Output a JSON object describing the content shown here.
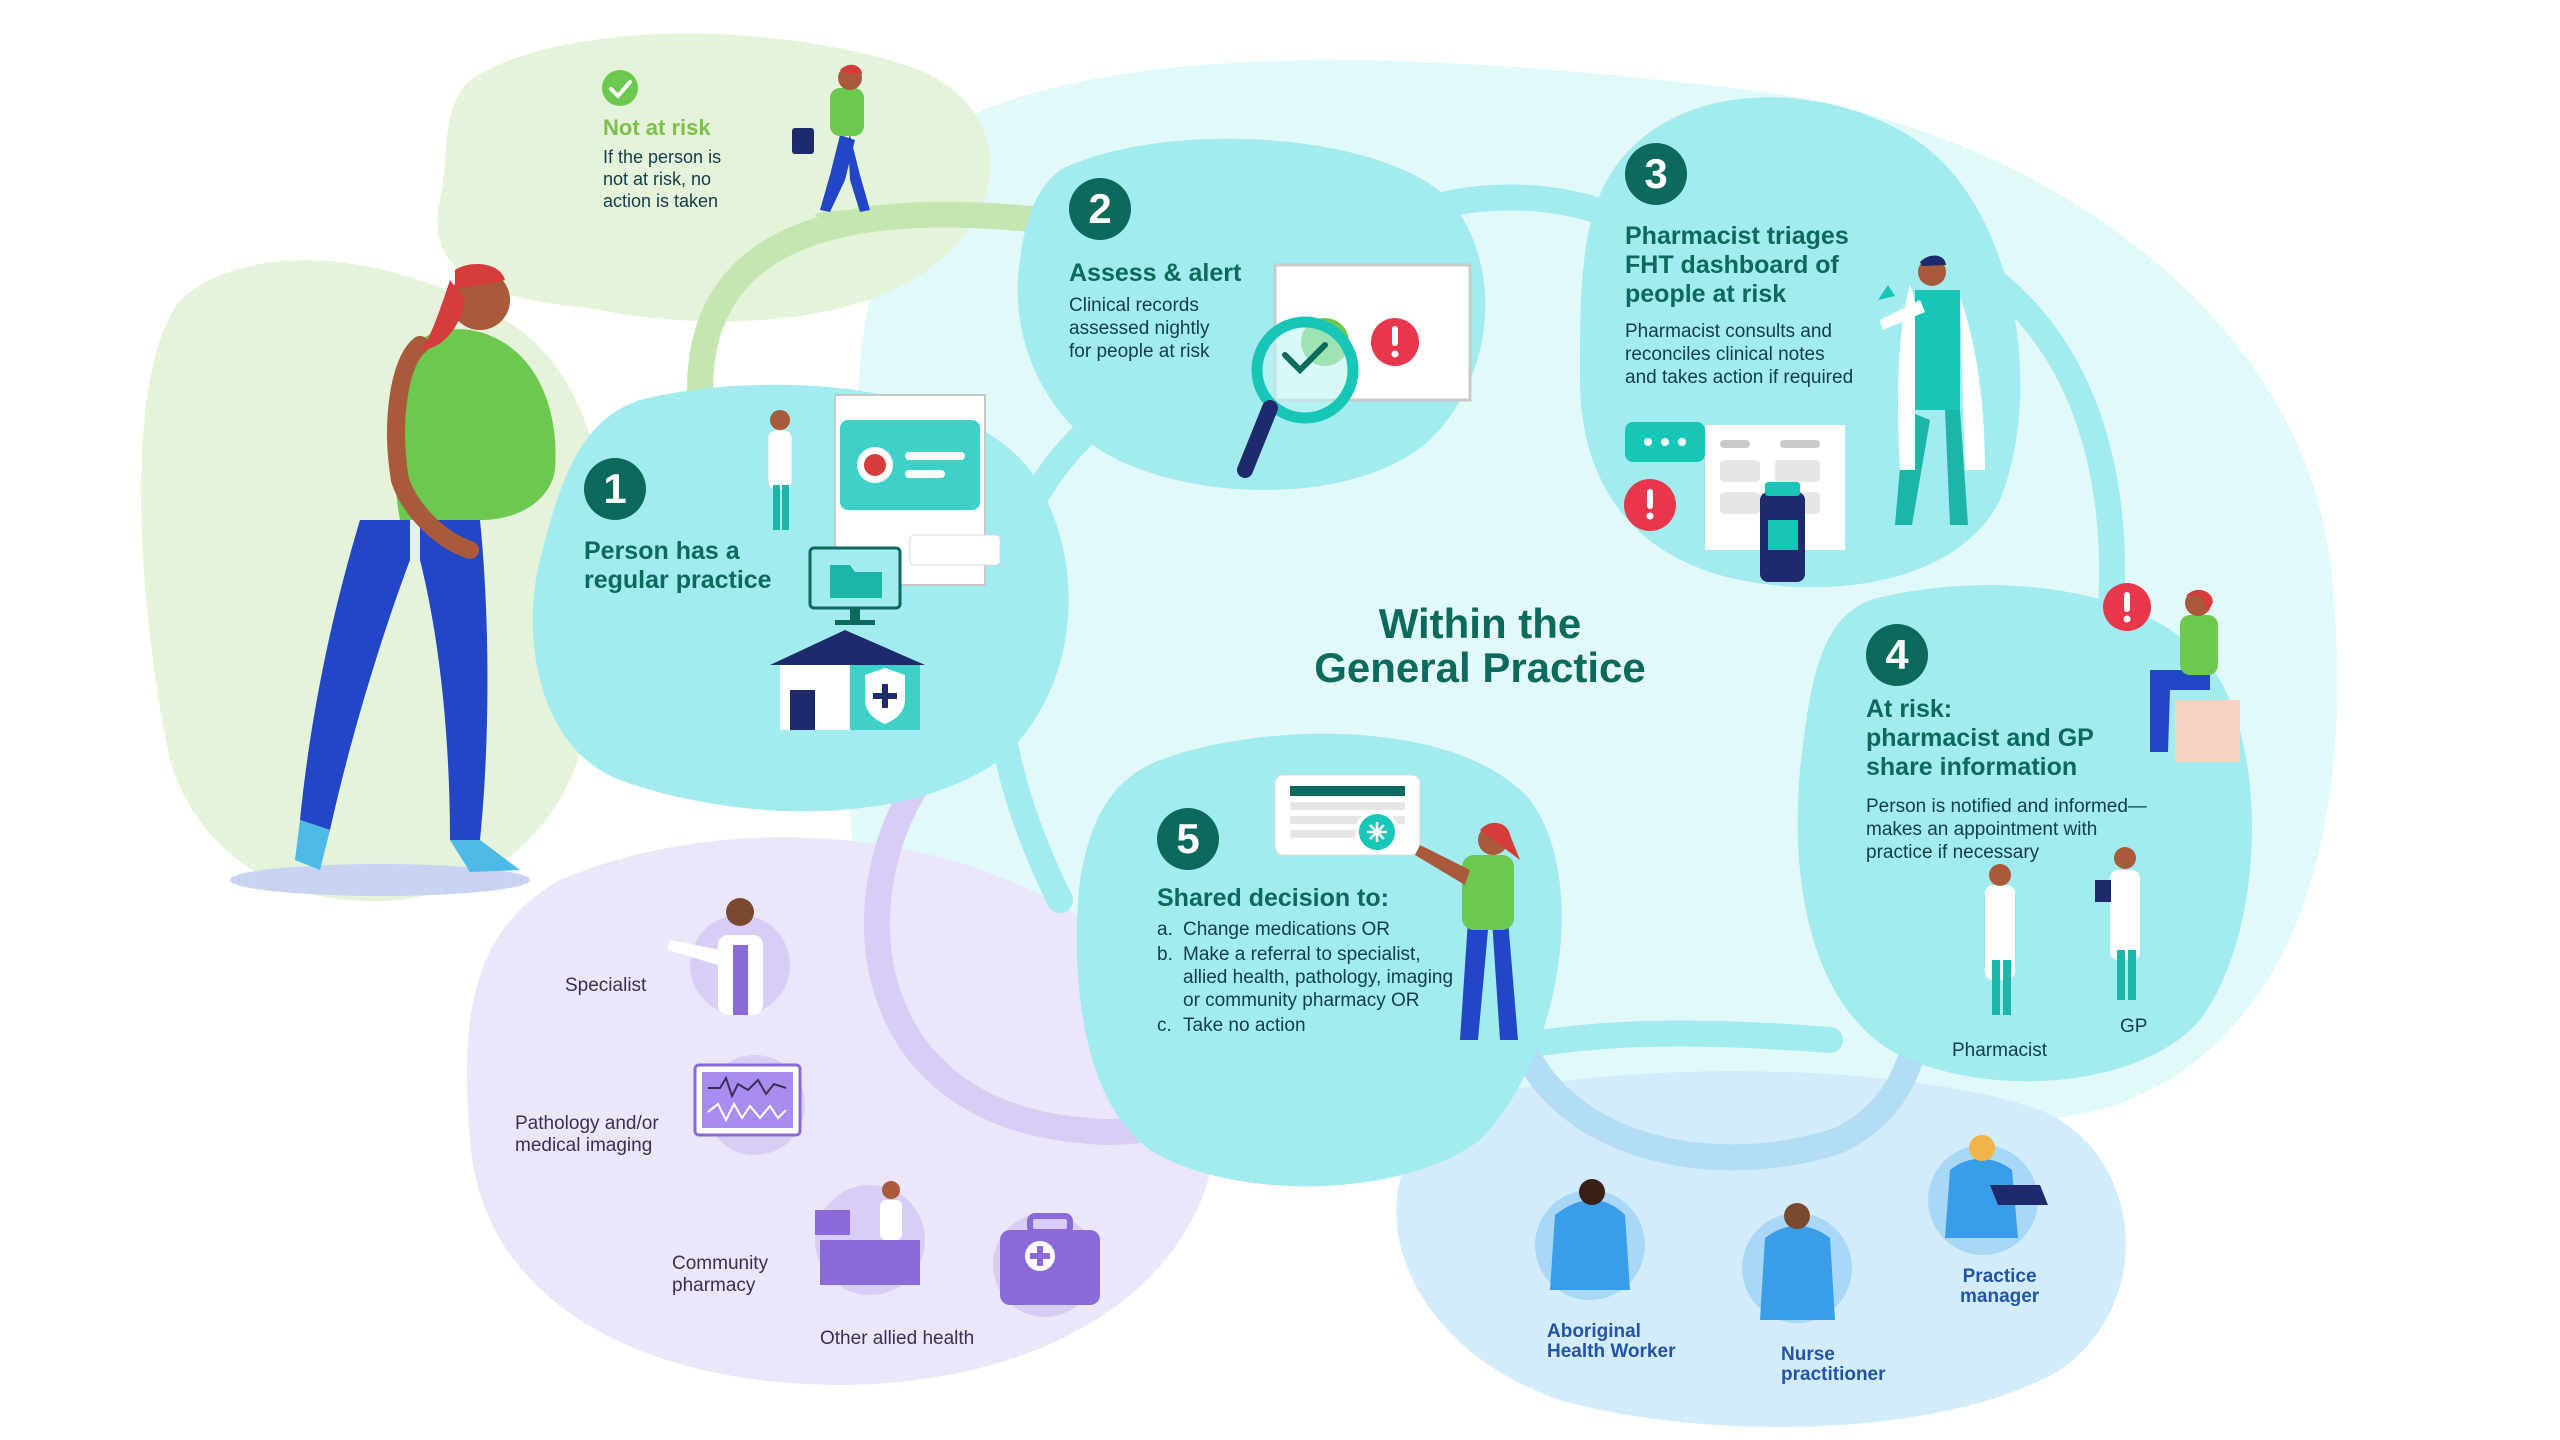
{
  "center": {
    "line1": "Within the",
    "line2": "General Practice"
  },
  "not_at_risk": {
    "title": "Not at risk",
    "body": [
      "If the person is",
      "not at risk, no",
      "action is taken"
    ]
  },
  "steps": [
    {
      "number": "1",
      "title": [
        "Person has a",
        "regular practice"
      ]
    },
    {
      "number": "2",
      "title": [
        "Assess & alert"
      ],
      "body": [
        "Clinical records",
        "assessed nightly",
        "for people at risk"
      ]
    },
    {
      "number": "3",
      "title": [
        "Pharmacist triages",
        "FHT dashboard of",
        "people at risk"
      ],
      "body": [
        "Pharmacist consults and",
        "reconciles clinical notes",
        "and takes action if required"
      ]
    },
    {
      "number": "4",
      "title": [
        "At risk:",
        "pharmacist and GP",
        "share information"
      ],
      "body": [
        "Person is notified and informed—",
        "makes an appointment with",
        "practice if necessary"
      ]
    },
    {
      "number": "5",
      "title": [
        "Shared decision to:"
      ],
      "options": [
        {
          "letter": "a.",
          "text": "Change medications OR"
        },
        {
          "letter": "b.",
          "text": "Make a referral to specialist, allied health, pathology, imaging or community pharmacy OR"
        },
        {
          "letter": "c.",
          "text": "Take no action"
        }
      ]
    }
  ],
  "step4_people": {
    "pharmacist": "Pharmacist",
    "gp": "GP"
  },
  "external": {
    "specialist": "Specialist",
    "pathology": [
      "Pathology and/or",
      "medical imaging"
    ],
    "community_pharmacy": [
      "Community",
      "pharmacy"
    ],
    "other_allied": "Other allied health"
  },
  "team": {
    "aboriginal": [
      "Aboriginal",
      "Health Worker"
    ],
    "nurse": [
      "Nurse",
      "practitioner"
    ],
    "manager": [
      "Practice",
      "manager"
    ]
  },
  "colors": {
    "teal_dark": "#0b6a5c",
    "teal_blob": "#a2ebee",
    "teal_light": "#e2f9fa",
    "green_blob": "#e4f3d9",
    "purple_blob": "#ece6fa",
    "blue_blob": "#d3ecfb",
    "alert_red": "#e8364a",
    "person_green": "#6cc84e",
    "person_blue": "#2346c6"
  }
}
